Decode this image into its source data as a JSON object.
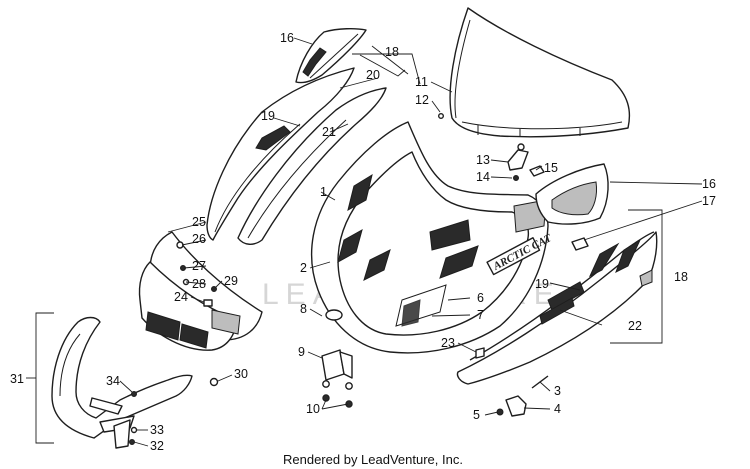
{
  "diagram": {
    "callouts": {
      "c1": "1",
      "c2": "2",
      "c3": "3",
      "c4": "4",
      "c5": "5",
      "c6": "6",
      "c7": "7",
      "c8": "8",
      "c9": "9",
      "c10": "10",
      "c11": "11",
      "c12": "12",
      "c13": "13",
      "c14": "14",
      "c15": "15",
      "c16a": "16",
      "c16b": "16",
      "c17": "17",
      "c18a": "18",
      "c18b": "18",
      "c19a": "19",
      "c19b": "19",
      "c20": "20",
      "c21": "21",
      "c22": "22",
      "c23": "23",
      "c24": "24",
      "c25": "25",
      "c26": "26",
      "c27": "27",
      "c28": "28",
      "c29": "29",
      "c30": "30",
      "c31": "31",
      "c32": "32",
      "c33": "33",
      "c34": "34"
    },
    "hood_brand": "ARCTIC CAT",
    "watermark": "LEADVENTURE",
    "footer": "Rendered by LeadVenture, Inc."
  },
  "colors": {
    "line": "#1e1e1e",
    "background": "#ffffff"
  }
}
